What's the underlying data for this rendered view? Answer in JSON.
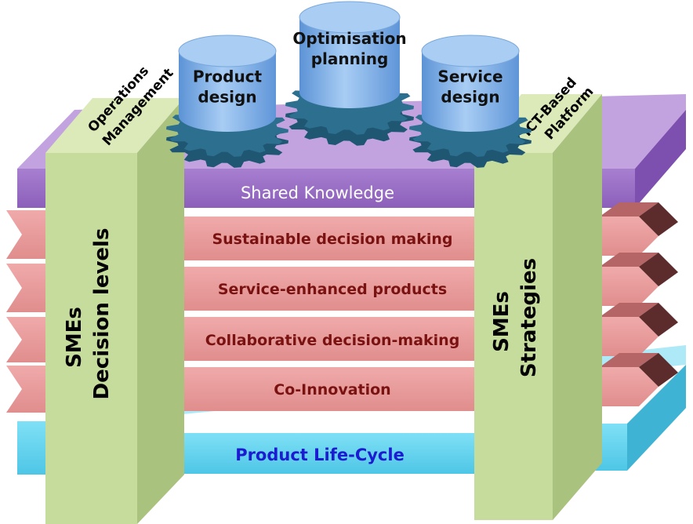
{
  "colors": {
    "shared_knowledge": "#9a6fc6",
    "product_lifecycle": "#62d4ef",
    "arrow_layer": "#e89a9a",
    "pillar": "#c6dc9c",
    "cylinder": "#7eb2ea",
    "gear": "#2d6f8f",
    "layer_text": "#7a1212",
    "lifecycle_text": "#1b1bd2"
  },
  "gears": [
    {
      "line1": "Product",
      "line2": "design"
    },
    {
      "line1": "Optimisation",
      "line2": "planning"
    },
    {
      "line1": "Service",
      "line2": "design"
    }
  ],
  "pillars": {
    "left": {
      "top_line1": "Operations",
      "top_line2": "Management",
      "front_line1": "SMEs",
      "front_line2": "Decision levels"
    },
    "right": {
      "top_line1": "ICT-Based",
      "top_line2": "Platform",
      "front_line1": "SMEs",
      "front_line2": "Strategies"
    }
  },
  "platforms": {
    "top": "Shared Knowledge",
    "bottom": "Product Life-Cycle"
  },
  "layers": [
    "Sustainable decision making",
    "Service-enhanced products",
    "Collaborative decision-making",
    "Co-Innovation"
  ]
}
